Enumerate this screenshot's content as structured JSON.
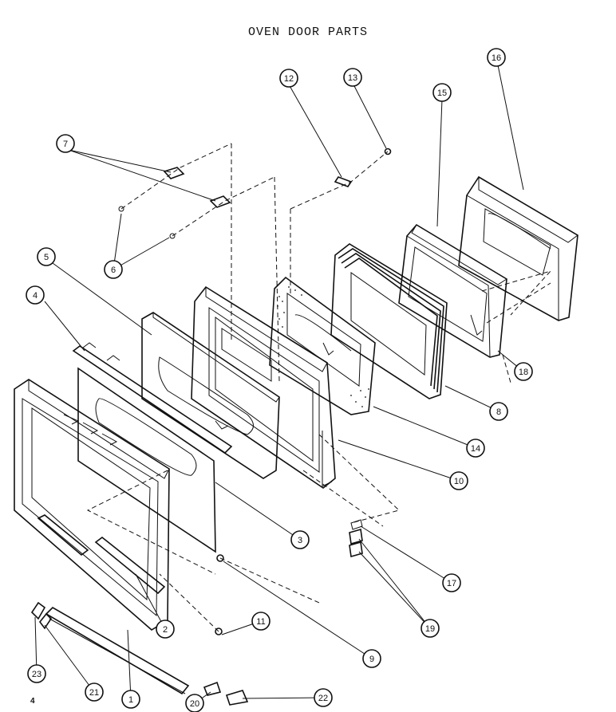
{
  "title": "OVEN DOOR PARTS",
  "page_number": "4",
  "callouts": [
    {
      "id": "c1",
      "label": "1"
    },
    {
      "id": "c2",
      "label": "2"
    },
    {
      "id": "c3",
      "label": "3"
    },
    {
      "id": "c4",
      "label": "4"
    },
    {
      "id": "c5",
      "label": "5"
    },
    {
      "id": "c6",
      "label": "6"
    },
    {
      "id": "c7",
      "label": "7"
    },
    {
      "id": "c8",
      "label": "8"
    },
    {
      "id": "c9",
      "label": "9"
    },
    {
      "id": "c10",
      "label": "10"
    },
    {
      "id": "c11",
      "label": "11"
    },
    {
      "id": "c12",
      "label": "12"
    },
    {
      "id": "c13",
      "label": "13"
    },
    {
      "id": "c14",
      "label": "14"
    },
    {
      "id": "c15",
      "label": "15"
    },
    {
      "id": "c16",
      "label": "16"
    },
    {
      "id": "c17",
      "label": "17"
    },
    {
      "id": "c18",
      "label": "18"
    },
    {
      "id": "c19",
      "label": "19"
    },
    {
      "id": "c20",
      "label": "20"
    },
    {
      "id": "c21",
      "label": "21"
    },
    {
      "id": "c22",
      "label": "22"
    },
    {
      "id": "c23",
      "label": "23"
    }
  ]
}
